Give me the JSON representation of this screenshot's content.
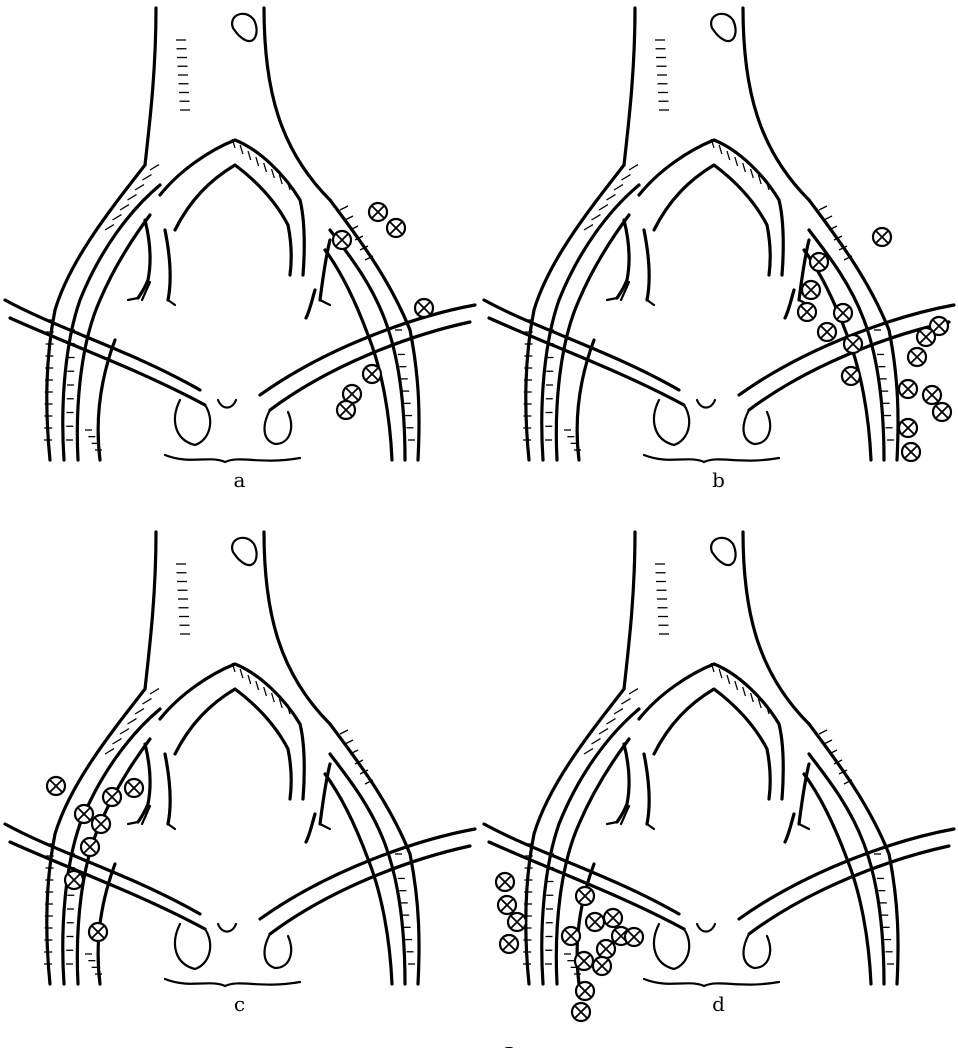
{
  "panels": [
    {
      "id": "a",
      "label": "a"
    },
    {
      "id": "b",
      "label": "b"
    },
    {
      "id": "c",
      "label": "c"
    },
    {
      "id": "d",
      "label": "d"
    }
  ],
  "marker_icon": "circled-x",
  "colors": {
    "ink": "#000000",
    "background": "#ffffff"
  }
}
